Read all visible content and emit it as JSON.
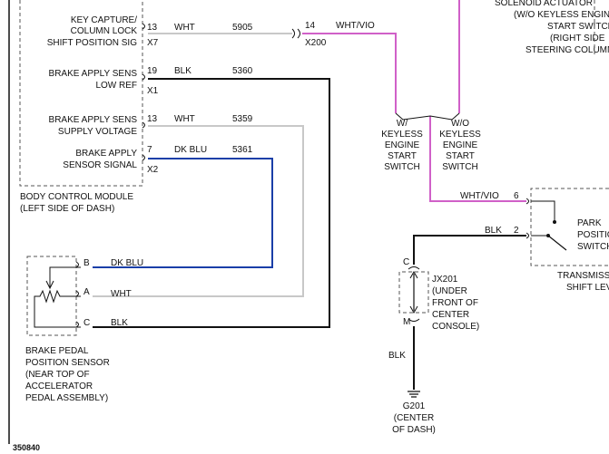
{
  "bcm": {
    "rows": [
      {
        "label1": "KEY CAPTURE/",
        "label2": "COLUMN LOCK",
        "label3": "SHIFT POSITION SIG",
        "pin": "13",
        "color": "WHT",
        "circuit": "5905",
        "connector": "X7"
      },
      {
        "label1": "BRAKE APPLY SENS",
        "label2": "LOW REF",
        "pin": "19",
        "color": "BLK",
        "circuit": "5360",
        "connector": "X1"
      },
      {
        "label1": "BRAKE APPLY SENS",
        "label2": "SUPPLY VOLTAGE",
        "pin": "13",
        "color": "WHT",
        "circuit": "5359"
      },
      {
        "label1": "BRAKE APPLY",
        "label2": "SENSOR SIGNAL",
        "pin": "7",
        "color": "DK BLU",
        "circuit": "5361",
        "connector": "X2"
      }
    ],
    "name1": "BODY CONTROL MODULE",
    "name2": "(LEFT SIDE OF DASH)"
  },
  "x200": {
    "pin": "14",
    "color": "WHT/VIO",
    "name": "X200"
  },
  "keyless": {
    "with": [
      "W/",
      "KEYLESS",
      "ENGINE",
      "START",
      "SWITCH"
    ],
    "without": [
      "W/O",
      "KEYLESS",
      "ENGINE",
      "START",
      "SWITCH"
    ]
  },
  "solenoid": {
    "lines": [
      "SOLENOID ACTUATOR",
      "(W/O KEYLESS ENGINE",
      "START SWITCH",
      "(RIGHT SIDE",
      "STEERING COLUMN"
    ]
  },
  "bpps": {
    "pins": [
      {
        "pin": "B",
        "color": "DK BLU"
      },
      {
        "pin": "A",
        "color": "WHT"
      },
      {
        "pin": "C",
        "color": "BLK"
      }
    ],
    "name": [
      "BRAKE PEDAL",
      "POSITION SENSOR",
      "(NEAR TOP OF",
      "ACCELERATOR",
      "PEDAL ASSEMBLY)"
    ]
  },
  "park_switch": {
    "pin6": "6",
    "pin6_color": "WHT/VIO",
    "pin2": "2",
    "pin2_color": "BLK",
    "label": [
      "PARK",
      "POSITION",
      "SWITCH"
    ],
    "trans": [
      "TRANSMISSION",
      "SHIFT LEVER"
    ]
  },
  "jx201": {
    "pin_top": "C",
    "pin_bottom": "M",
    "name": [
      "JX201",
      "(UNDER",
      "FRONT OF",
      "CENTER",
      "CONSOLE)"
    ]
  },
  "ground": {
    "wire_color": "BLK",
    "name": [
      "G201",
      "(CENTER",
      "OF DASH)"
    ]
  },
  "diagram_id": "350840",
  "colors": {
    "wht": "#c8c8c8",
    "blk": "#111111",
    "dkblu": "#1a3fa8",
    "whtvio": "#d060c8",
    "dash": "#555555"
  }
}
